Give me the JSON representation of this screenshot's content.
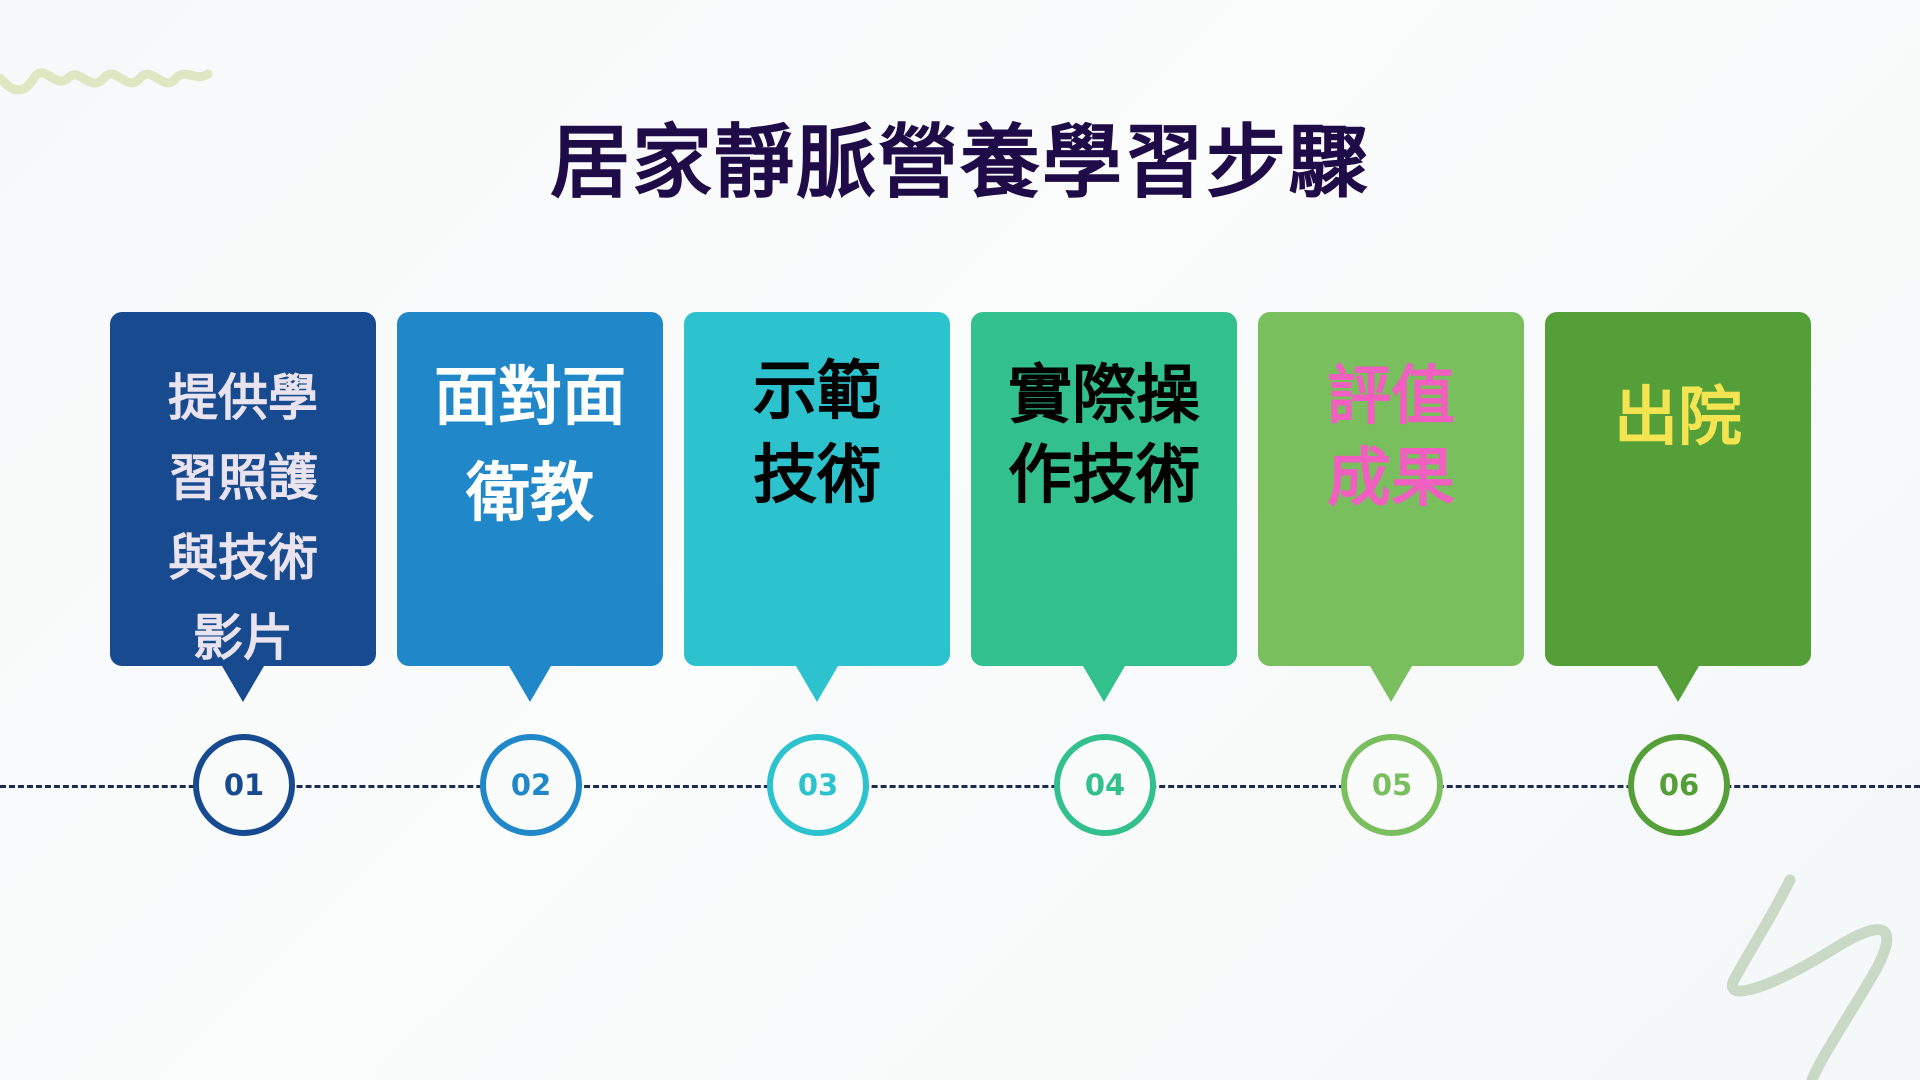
{
  "title": "居家靜脈營養學習步驟",
  "steps": [
    {
      "number": "01",
      "label": "提供學\n習照護\n與技術\n影片",
      "bg": "#174a8e",
      "text_color": "#e8e3ee"
    },
    {
      "number": "02",
      "label": "面對面\n衛教",
      "bg": "#2088c9",
      "text_color": "#ffffff"
    },
    {
      "number": "03",
      "label": "示範\n技術",
      "bg": "#2cc3cf",
      "text_color": "#000000"
    },
    {
      "number": "04",
      "label": "實際操\n作技術",
      "bg": "#32c08d",
      "text_color": "#000000"
    },
    {
      "number": "05",
      "label": "評值\n成果",
      "bg": "#79bf5d",
      "text_color": "#f15fc0"
    },
    {
      "number": "06",
      "label": "出院",
      "bg": "#549f37",
      "text_color": "#f5e451"
    }
  ],
  "colors": {
    "title": "#1f0b47",
    "timeline": "#1e2a52",
    "squiggle_top": "#dfe6c2",
    "squiggle_bottom": "#c9d9c6"
  }
}
